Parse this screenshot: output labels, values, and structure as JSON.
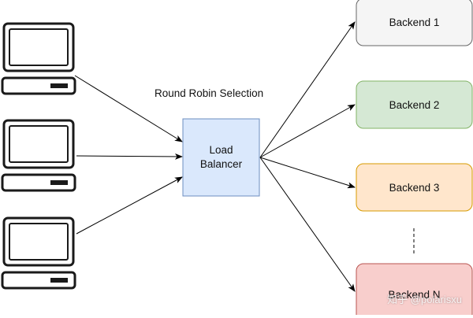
{
  "caption": "Round Robin Selection",
  "load_balancer": {
    "line1": "Load",
    "line2": "Balancer",
    "fill": "#dae8fc",
    "stroke": "#6c8ebf"
  },
  "backends": [
    {
      "label": "Backend 1",
      "fill": "#f5f5f5",
      "stroke": "#666666"
    },
    {
      "label": "Backend 2",
      "fill": "#d5e8d4",
      "stroke": "#82b366"
    },
    {
      "label": "Backend 3",
      "fill": "#ffe6cc",
      "stroke": "#d79b00"
    },
    {
      "label": "Backend N",
      "fill": "#f8cecc",
      "stroke": "#b85450"
    }
  ],
  "clients": [
    {
      "icon": "computer-icon"
    },
    {
      "icon": "computer-icon"
    },
    {
      "icon": "computer-icon"
    }
  ],
  "ellipsis_marker": "vertical-dashes",
  "watermark": "知乎 @polarisxu"
}
